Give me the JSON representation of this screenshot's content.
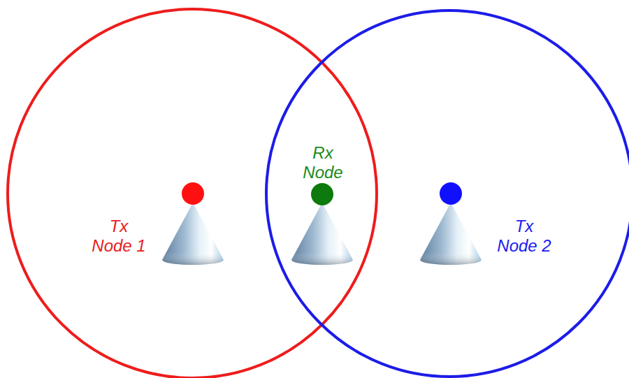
{
  "diagram": {
    "nodes": [
      {
        "text": [
          "Tx Node 1"
        ]
      },
      {
        "text": [
          "Rx Node"
        ]
      },
      {
        "text": [
          "Tx Node 2"
        ]
      }
    ]
  }
}
